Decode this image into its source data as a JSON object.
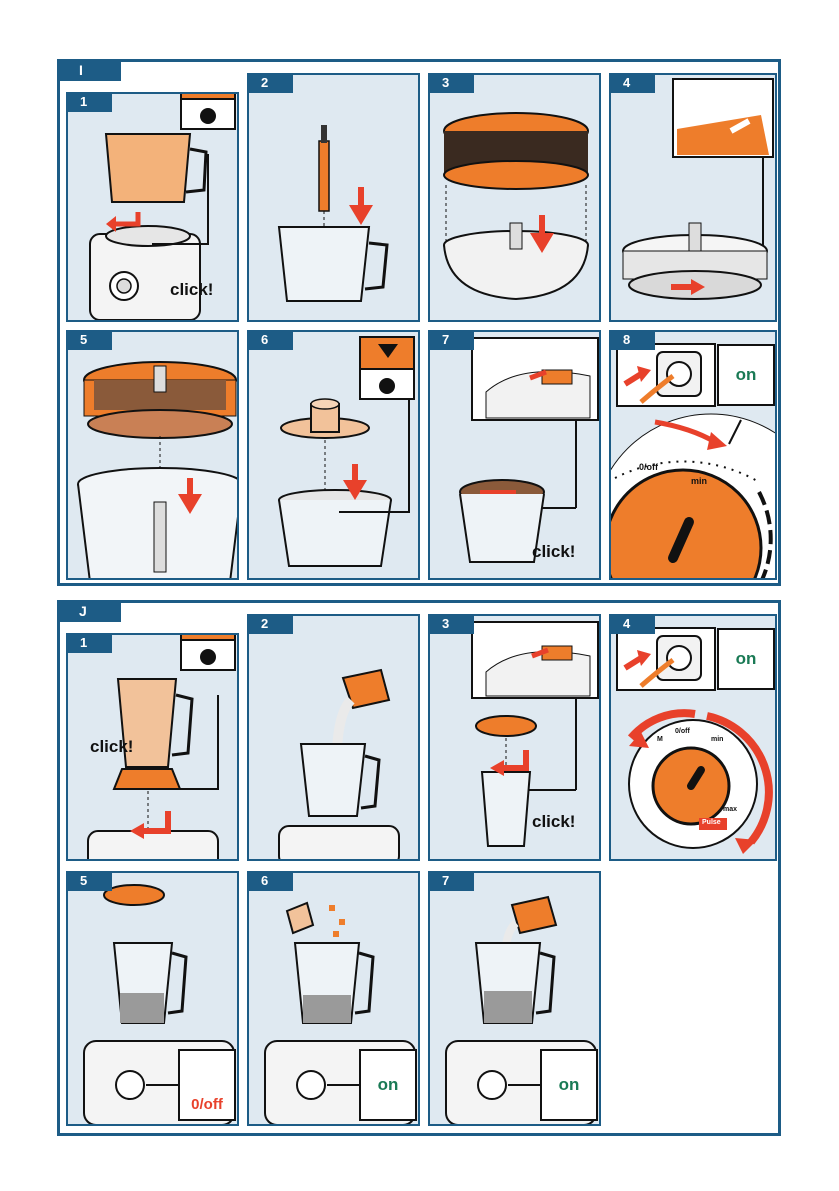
{
  "sections": {
    "i": {
      "label": "I",
      "steps": [
        "1",
        "2",
        "3",
        "4",
        "5",
        "6",
        "7",
        "8"
      ],
      "click_label": "click!",
      "on_label": "on",
      "knob_off": "0/off",
      "knob_min": "min"
    },
    "j": {
      "label": "J",
      "steps": [
        "1",
        "2",
        "3",
        "4",
        "5",
        "6",
        "7"
      ],
      "click_label": "click!",
      "on_label": "on",
      "off_label": "0/off",
      "knob_off": "0/off",
      "knob_min": "min",
      "knob_max": "max",
      "knob_m": "M",
      "knob_pulse": "Pulse"
    }
  },
  "colors": {
    "border": "#1d5c86",
    "panel_bg": "#dfe9f1",
    "orange": "#ee7d2b",
    "arrow_red": "#e8412b",
    "on_green": "#1a7a55"
  },
  "icons": [
    "warning-icon",
    "plug-socket-icon",
    "lock-arrow-icon",
    "click-burst-icon"
  ]
}
